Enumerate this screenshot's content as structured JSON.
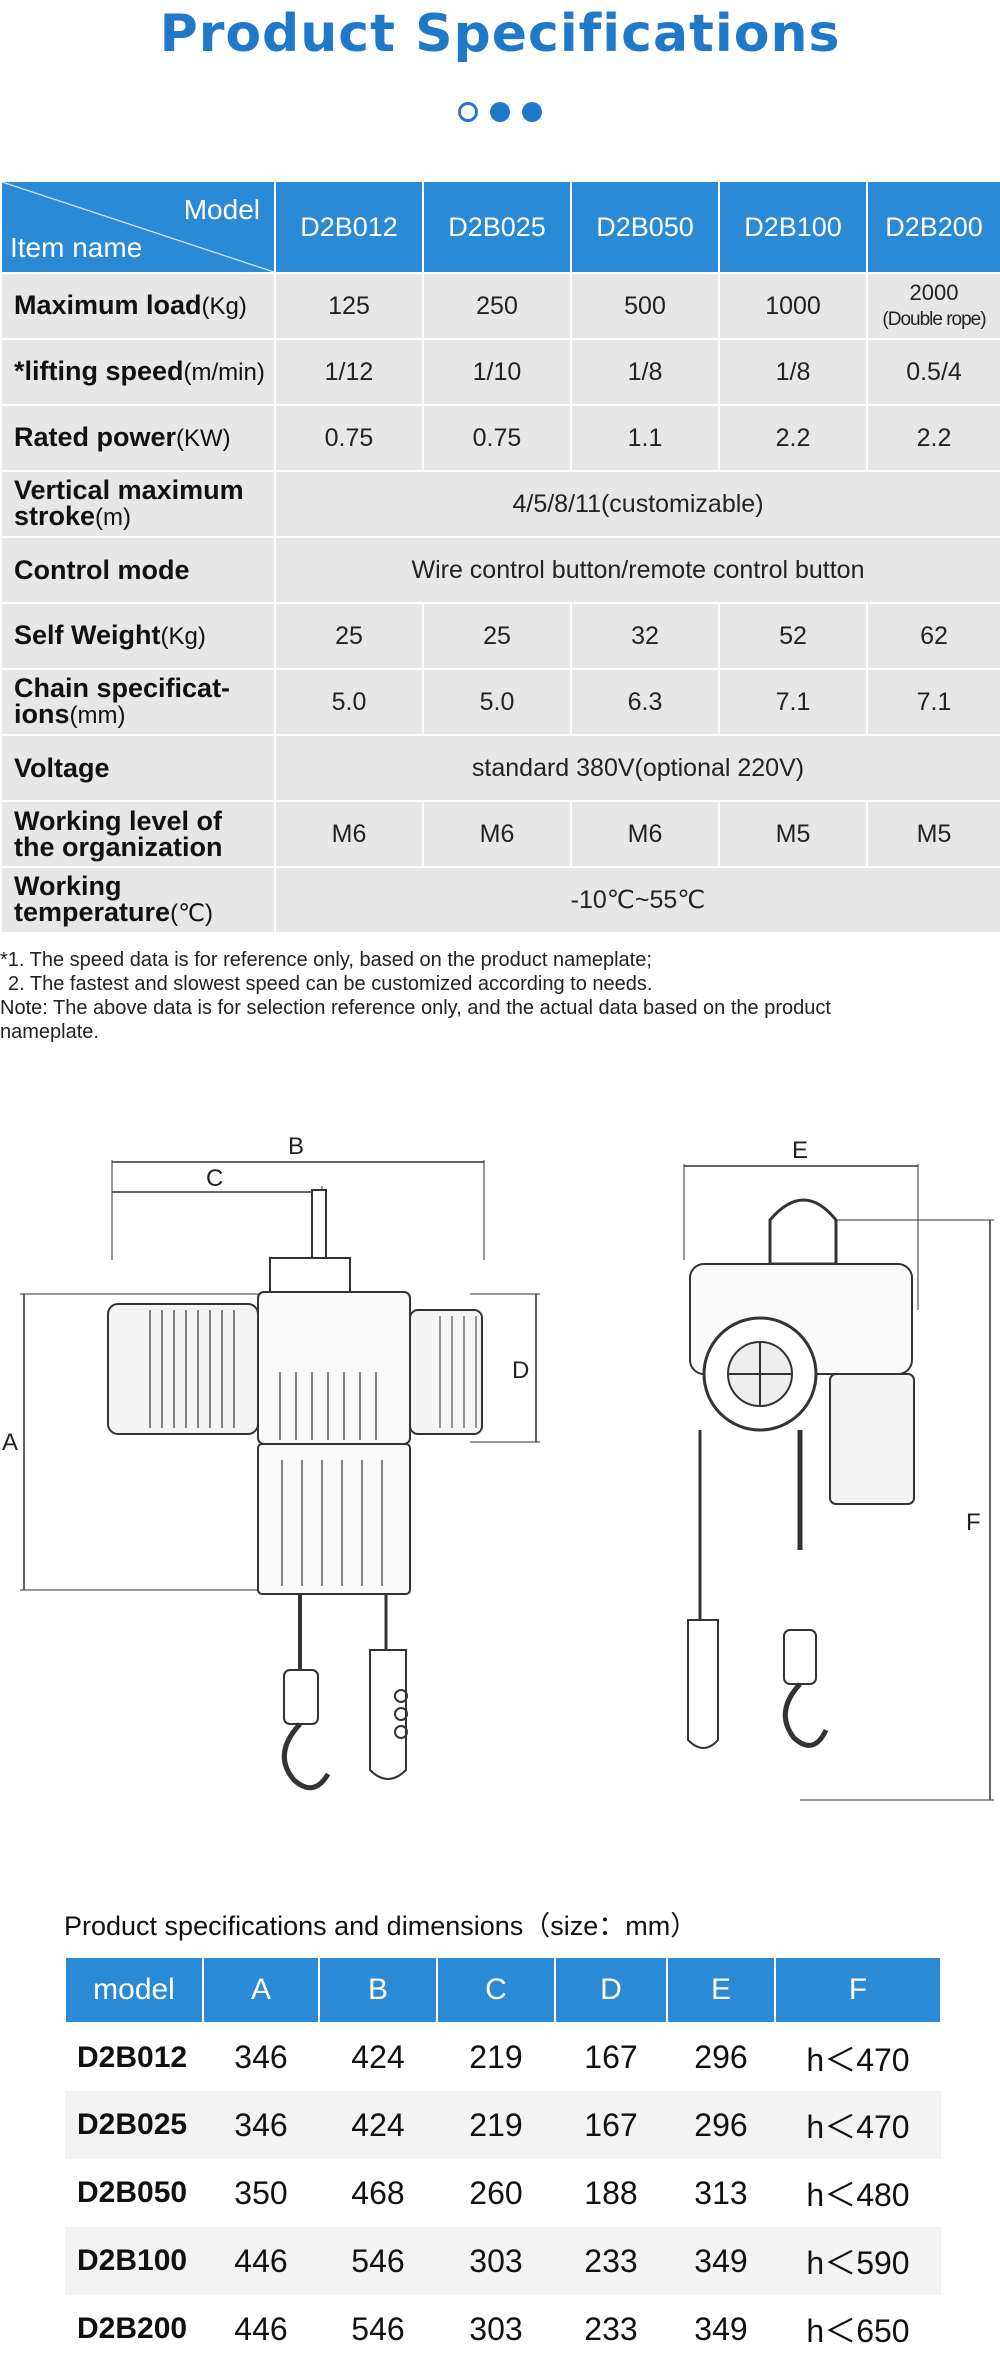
{
  "title": "Product Specifications",
  "spec": {
    "corner_model": "Model",
    "corner_item": "Item name",
    "models": [
      "D2B012",
      "D2B025",
      "D2B050",
      "D2B100",
      "D2B200"
    ],
    "rows": {
      "max_load": {
        "label": "Maximum load",
        "unit": "(Kg)",
        "values": [
          "125",
          "250",
          "500",
          "1000"
        ],
        "last_line1": "2000",
        "last_line2": "(Double rope)"
      },
      "lifting_speed": {
        "label": "*lifting speed",
        "unit": "(m/min)",
        "values": [
          "1/12",
          "1/10",
          "1/8",
          "1/8",
          "0.5/4"
        ]
      },
      "rated_power": {
        "label": "Rated power",
        "unit": "(KW)",
        "values": [
          "0.75",
          "0.75",
          "1.1",
          "2.2",
          "2.2"
        ]
      },
      "vertical_stroke": {
        "label1": "Vertical maximum",
        "label2": "stroke",
        "unit": "(m)",
        "value": "4/5/8/11(customizable)"
      },
      "control_mode": {
        "label": "Control mode",
        "value": "Wire control button/remote control button"
      },
      "self_weight": {
        "label": "Self Weight",
        "unit": "(Kg)",
        "values": [
          "25",
          "25",
          "32",
          "52",
          "62"
        ]
      },
      "chain_spec": {
        "label1": "Chain specificat-",
        "label2": "ions",
        "unit": "(mm)",
        "values": [
          "5.0",
          "5.0",
          "6.3",
          "7.1",
          "7.1"
        ]
      },
      "voltage": {
        "label": "Voltage",
        "value": "standard 380V(optional 220V)"
      },
      "working_level": {
        "label1": "Working level of",
        "label2": "the organization",
        "values": [
          "M6",
          "M6",
          "M6",
          "M5",
          "M5"
        ]
      },
      "working_temp": {
        "label1": "Working",
        "label2": "temperature",
        "unit": "(℃)",
        "value": "-10℃~55℃"
      }
    }
  },
  "notes": {
    "note1": "*1. The speed data is for reference only, based on the product nameplate;",
    "note2": "2. The fastest and slowest speed can be customized according to needs.",
    "note3a": "Note: The above data is for selection reference only, and the actual data based on the product",
    "note3b": "nameplate."
  },
  "diagram_labels": {
    "a": "A",
    "b": "B",
    "c": "C",
    "d": "D",
    "e": "E",
    "f": "F"
  },
  "dimensions": {
    "title": "Product specifications and dimensions（size：mm）",
    "headers": [
      "model",
      "A",
      "B",
      "C",
      "D",
      "E",
      "F"
    ],
    "rows": [
      [
        "D2B012",
        "346",
        "424",
        "219",
        "167",
        "296",
        "h＜470"
      ],
      [
        "D2B025",
        "346",
        "424",
        "219",
        "167",
        "296",
        "h＜470"
      ],
      [
        "D2B050",
        "350",
        "468",
        "260",
        "188",
        "313",
        "h＜480"
      ],
      [
        "D2B100",
        "446",
        "546",
        "303",
        "233",
        "349",
        "h＜590"
      ],
      [
        "D2B200",
        "446",
        "546",
        "303",
        "233",
        "349",
        "h＜650"
      ]
    ]
  },
  "colors": {
    "accent": "#1f78c8",
    "header_bg": "#2a8ad6",
    "row_bg": "#e7e7e7"
  }
}
